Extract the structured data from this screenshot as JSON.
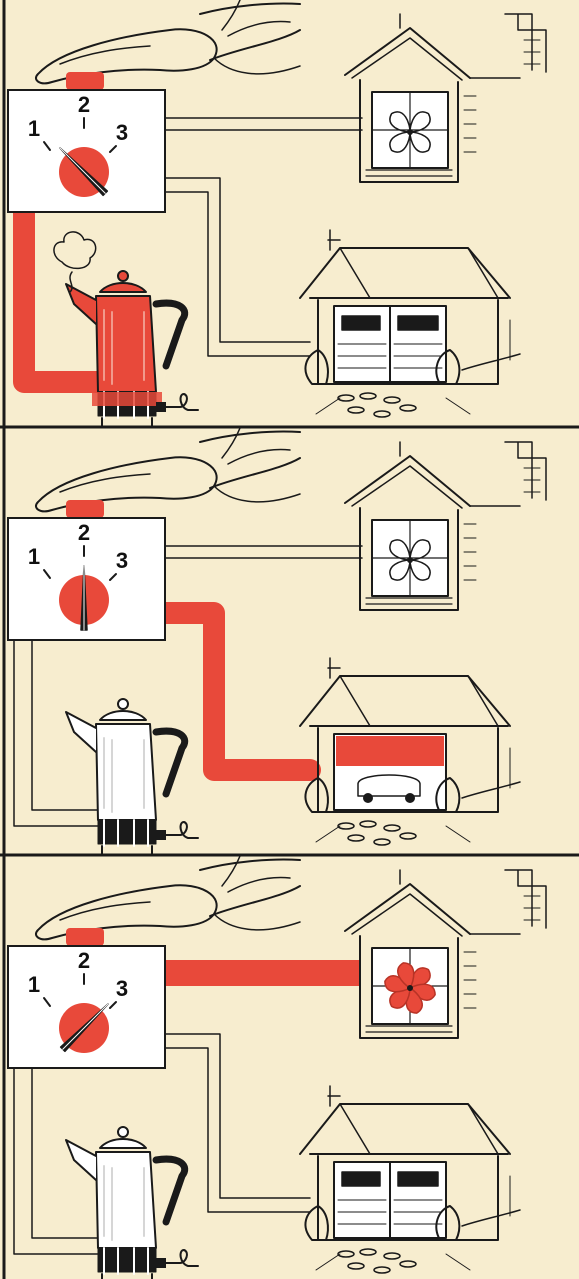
{
  "palette": {
    "background": "#f7edcf",
    "active": "#e8493a",
    "ink": "#1a1a1a",
    "box": "#ffffff"
  },
  "panels": [
    {
      "id": "panel-1",
      "dial_labels": [
        "1",
        "2",
        "3"
      ],
      "selected_position": "1",
      "active_device": "coffee-percolator"
    },
    {
      "id": "panel-2",
      "dial_labels": [
        "1",
        "2",
        "3"
      ],
      "selected_position": "2",
      "active_device": "garage"
    },
    {
      "id": "panel-3",
      "dial_labels": [
        "1",
        "2",
        "3"
      ],
      "selected_position": "3",
      "active_device": "attic-fan"
    }
  ],
  "icons": {
    "finger": "pointing-finger-icon",
    "button": "push-button-icon",
    "dial": "rotary-selector-dial-icon",
    "fan_house": "house-with-fan-icon",
    "garage": "garage-icon",
    "percolator": "coffee-percolator-icon",
    "plug": "power-plug-icon"
  }
}
